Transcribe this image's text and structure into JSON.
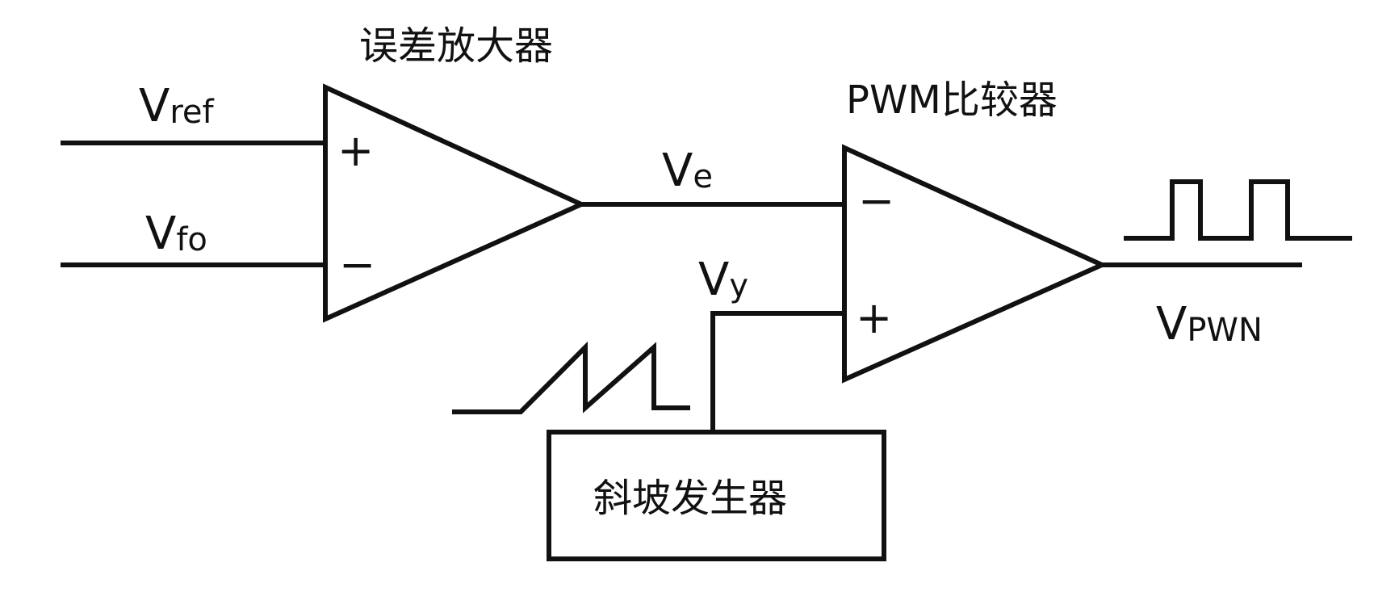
{
  "labels": {
    "error_amp_title": "误差放大器",
    "pwm_title": "PWM比较器",
    "ramp_title": "斜坡发生器",
    "vref_main": "V",
    "vref_sub": "ref",
    "vfo_main": "V",
    "vfo_sub": "fo",
    "ve_main": "V",
    "ve_sub": "e",
    "vy_main": "V",
    "vy_sub": "y",
    "vpwm_main": "V",
    "vpwm_sub": "PWN",
    "error_plus": "+",
    "error_minus": "−",
    "pwm_minus": "−",
    "pwm_plus": "+"
  },
  "colors": {
    "stroke": "#111111",
    "background": "#ffffff"
  }
}
